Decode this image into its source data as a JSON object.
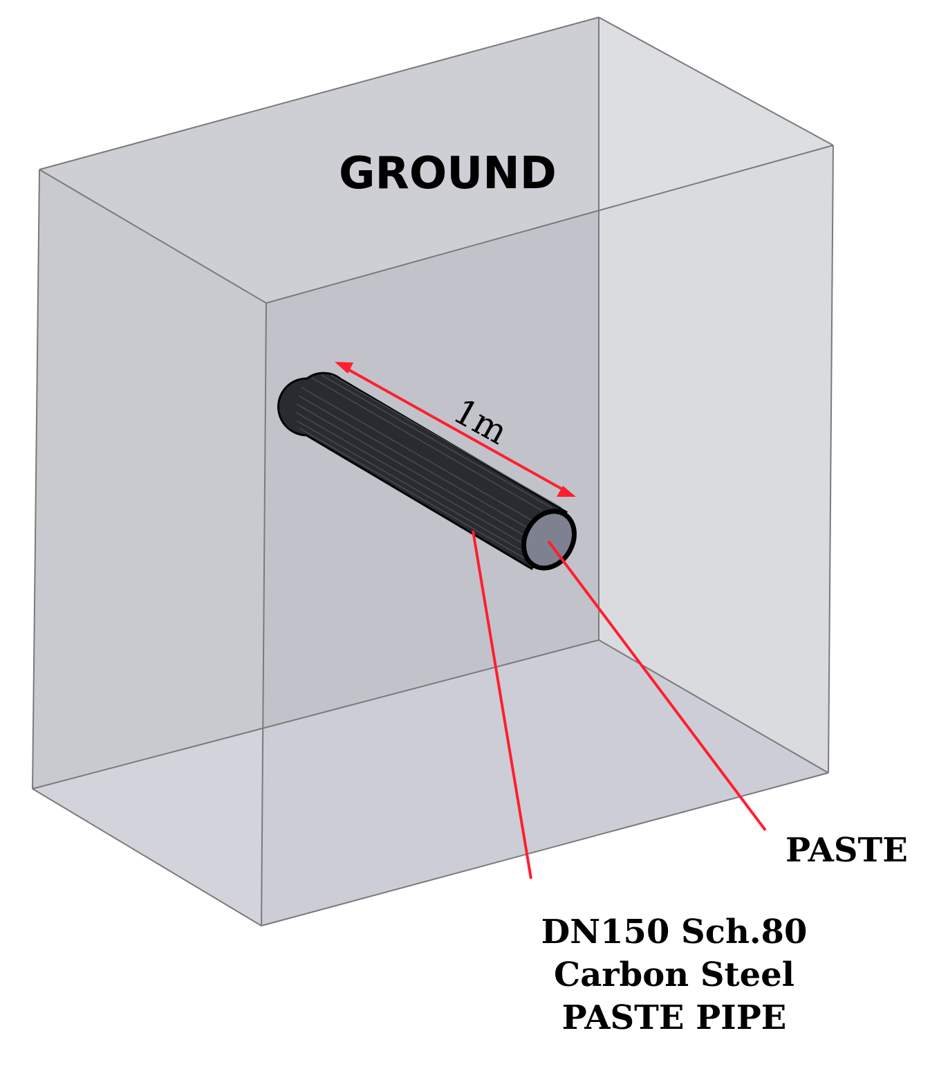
{
  "labels": {
    "ground": "GROUND",
    "dimension": "1m",
    "paste": "PASTE",
    "pipe_line1": "DN150 Sch.80",
    "pipe_line2": "Carbon Steel",
    "pipe_line3": "PASTE PIPE"
  },
  "colors": {
    "box_face_back": "#c4c5cc",
    "box_face_left": "#c8c9d0",
    "box_face_top": "#cfd0d6",
    "box_face_bottom": "#dcdde8",
    "box_face_front": "#bcbdc5",
    "box_edge": "#7a7a7a",
    "pipe_body": "#2a2b30",
    "pipe_stripe": "#4a4b52",
    "pipe_end": "#7e818f",
    "leader": "#ff1f2e",
    "text": "#000000"
  }
}
